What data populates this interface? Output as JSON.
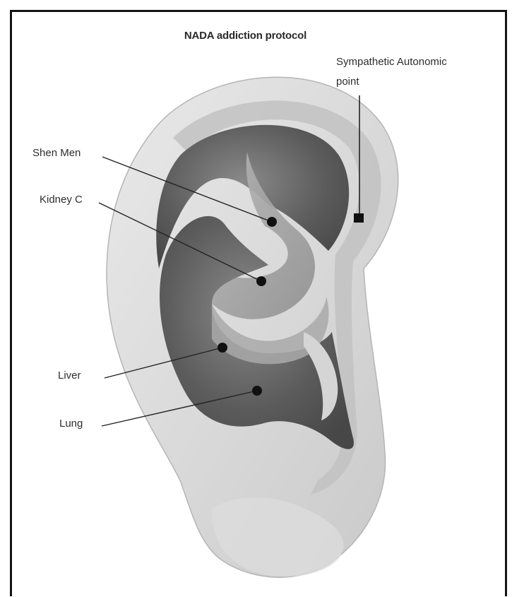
{
  "title": "NADA addiction protocol",
  "points": {
    "sympathetic": "Sympathetic Autonomic point",
    "sympathetic_line1": "Sympathetic Autonomic",
    "sympathetic_line2": "point",
    "shen_men": "Shen Men",
    "kidney": "Kidney C",
    "liver": "Liver",
    "lung": "Lung"
  },
  "colors": {
    "frame": "#141414",
    "marker": "#111111",
    "leader_line": "#222222"
  }
}
